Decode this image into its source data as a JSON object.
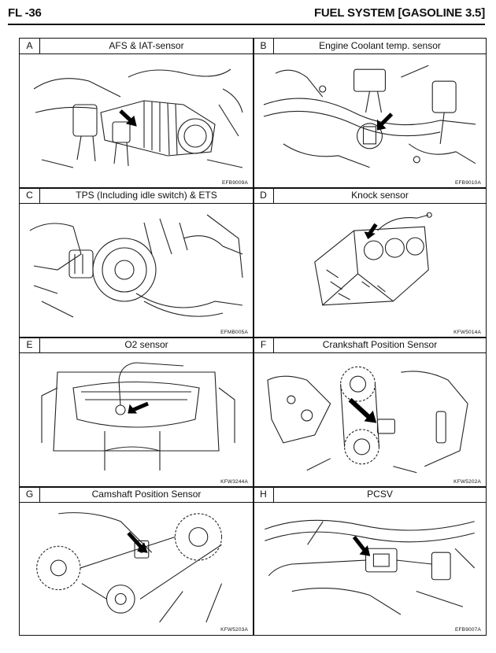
{
  "header": {
    "page_number": "FL -36",
    "section_title": "FUEL SYSTEM [GASOLINE 3.5]"
  },
  "panels": [
    {
      "letter": "A",
      "title": "AFS & IAT-sensor",
      "code": "EFB9009A"
    },
    {
      "letter": "B",
      "title": "Engine Coolant temp. sensor",
      "code": "EFB9010A"
    },
    {
      "letter": "C",
      "title": "TPS (Including idle switch) & ETS",
      "code": "EFMB005A"
    },
    {
      "letter": "D",
      "title": "Knock sensor",
      "code": "KFW5014A"
    },
    {
      "letter": "E",
      "title": "O2 sensor",
      "code": "KFW3244A"
    },
    {
      "letter": "F",
      "title": "Crankshaft Position Sensor",
      "code": "KFW5202A"
    },
    {
      "letter": "G",
      "title": "Camshaft Position Sensor",
      "code": "KFW5203A"
    },
    {
      "letter": "H",
      "title": "PCSV",
      "code": "EFB9007A"
    }
  ]
}
